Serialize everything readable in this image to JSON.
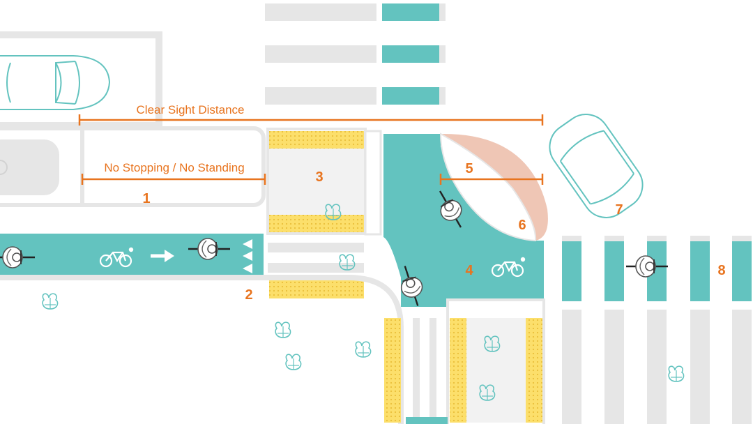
{
  "labels": {
    "clear_sight_distance": "Clear Sight Distance",
    "no_stopping": "No Stopping / No Standing"
  },
  "callouts": [
    "1",
    "2",
    "3",
    "4",
    "5",
    "6",
    "7",
    "8"
  ],
  "colors": {
    "teal": "#63c3bf",
    "orange": "#e8741f",
    "yellow": "#fcdf6b",
    "light_gray": "#e6e6e6",
    "mid_gray": "#d2d2d2",
    "salmon": "#efc6b5",
    "white": "#ffffff"
  },
  "icons": [
    "car-icon",
    "cyclist-icon",
    "pedestrian-icon",
    "bike-lane-symbol-icon",
    "direction-arrow-icon",
    "tactile-paving-icon"
  ]
}
